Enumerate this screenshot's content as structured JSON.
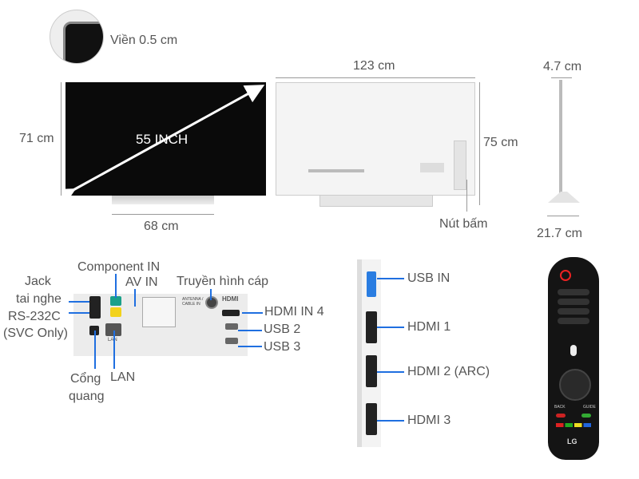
{
  "dimensions": {
    "bezel": "Viền 0.5 cm",
    "width_front": "68 cm",
    "height_front": "71 cm",
    "diagonal": "55 INCH",
    "width_back": "123 cm",
    "height_back": "75 cm",
    "buttons": "Nút bấm",
    "depth_top": "4.7 cm",
    "depth_stand": "21.7 cm"
  },
  "rear_ports": {
    "headphone": [
      "Jack",
      "tai nghe"
    ],
    "rs232": [
      "RS-232C",
      "(SVC Only)"
    ],
    "component": "Component IN",
    "av": "AV IN",
    "cable": "Truyền hình cáp",
    "hdmi4": "HDMI IN 4",
    "usb2": "USB 2",
    "usb3": "USB 3",
    "optical": [
      "Cổng",
      "quang"
    ],
    "lan": "LAN",
    "panel_lan": "LAN",
    "panel_hdmi": "HDMI",
    "panel_antenna": "ANTENNA / CABLE IN"
  },
  "side_ports": {
    "usb_in": "USB IN",
    "hdmi1": "HDMI 1",
    "hdmi2": "HDMI 2 (ARC)",
    "hdmi3": "HDMI 3"
  },
  "remote": {
    "brand": "LG",
    "back": "BACK",
    "guide": "GUIDE"
  },
  "colors": {
    "callout_line": "#1f6fe0",
    "label": "#555555",
    "component": "#1aa08a",
    "av": "#f2d21b",
    "usb": "#2a7de1"
  }
}
